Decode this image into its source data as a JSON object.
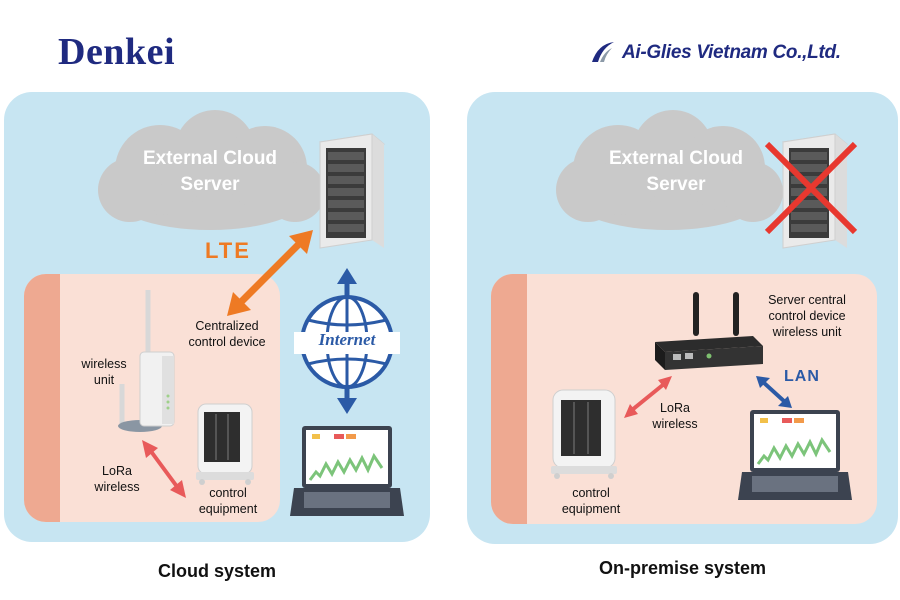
{
  "logos": {
    "left": "Denkei",
    "right": "Ai-Glies Vietnam Co.,Ltd."
  },
  "cloud_system": {
    "cloud_label_line1": "External Cloud",
    "cloud_label_line2": "Server",
    "lte_label": "LTE",
    "internet_label": "Internet",
    "centralized_line1": "Centralized",
    "centralized_line2": "control device",
    "wireless_unit_line1": "wireless",
    "wireless_unit_line2": "unit",
    "lora_line1": "LoRa",
    "lora_line2": "wireless",
    "control_line1": "control",
    "control_line2": "equipment",
    "caption": "Cloud system"
  },
  "on_premise_system": {
    "cloud_label_line1": "External Cloud",
    "cloud_label_line2": "Server",
    "server_line1": "Server central",
    "server_line2": "control device",
    "server_line3": "wireless unit",
    "lan_label": "LAN",
    "lora_line1": "LoRa",
    "lora_line2": "wireless",
    "control_line1": "control",
    "control_line2": "equipment",
    "caption": "On-premise system"
  },
  "colors": {
    "panel_bg": "#c7e5f2",
    "inner_bg": "#fae0d6",
    "inner_strip": "#eea991",
    "lte_orange": "#ee7a24",
    "lora_red": "#e85a5a",
    "internet_blue": "#2b5aa6",
    "cross_red": "#e8382f",
    "brand_navy": "#1f2a80"
  }
}
